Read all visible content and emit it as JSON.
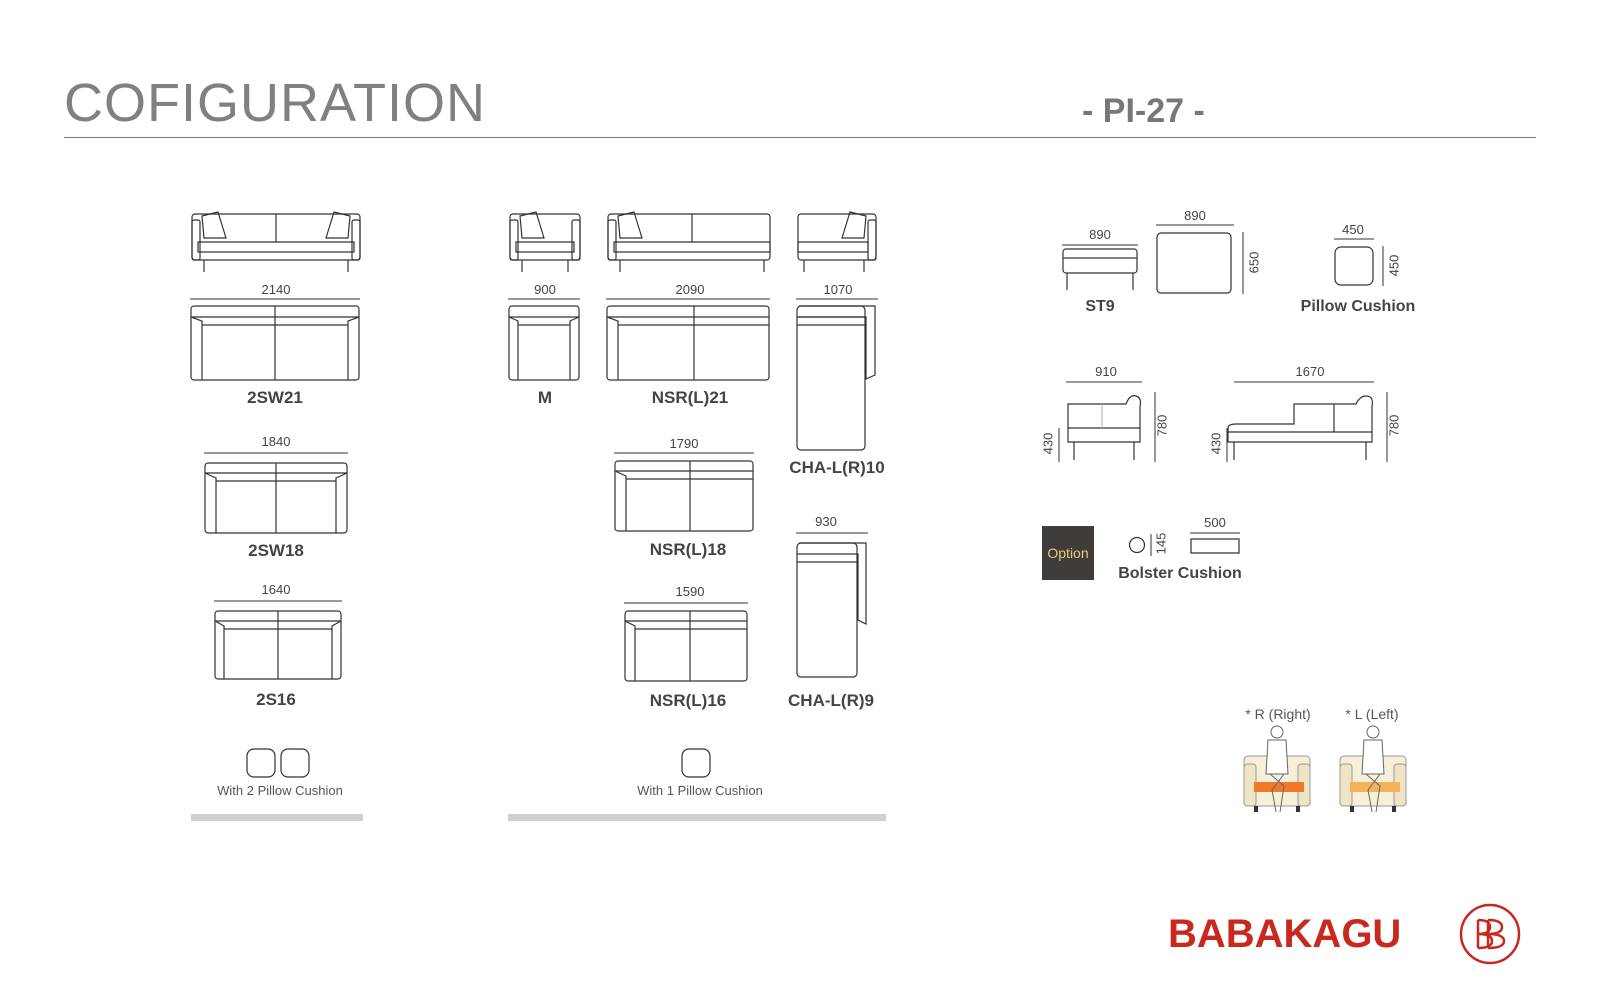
{
  "header": {
    "title": "COFIGURATION",
    "model": "- PI-27 -"
  },
  "models": {
    "m_2sw21": {
      "dim": "2140",
      "label": "2SW21"
    },
    "m_2sw18": {
      "dim": "1840",
      "label": "2SW18"
    },
    "m_2s16": {
      "dim": "1640",
      "label": "2S16"
    },
    "m_m": {
      "dim": "900",
      "label": "M"
    },
    "m_nsr21": {
      "dim": "2090",
      "label": "NSR(L)21"
    },
    "m_nsr18": {
      "dim": "1790",
      "label": "NSR(L)18"
    },
    "m_nsr16": {
      "dim": "1590",
      "label": "NSR(L)16"
    },
    "m_cha10": {
      "dim": "1070",
      "label": "CHA-L(R)10"
    },
    "m_cha9": {
      "dim": "930",
      "label": "CHA-L(R)9"
    }
  },
  "notes": {
    "two_pillow": "With 2 Pillow Cushion",
    "one_pillow": "With 1 Pillow Cushion"
  },
  "accessories": {
    "st9": {
      "label": "ST9",
      "dim_side": "890",
      "dim_top_w": "890",
      "dim_top_d": "650"
    },
    "pillow": {
      "label": "Pillow Cushion",
      "w": "450",
      "h": "450"
    },
    "side_a": {
      "w": "910",
      "seat_h": "430",
      "h": "780"
    },
    "side_b": {
      "w": "1670",
      "seat_h": "430",
      "h": "780"
    },
    "option": "Option",
    "bolster": {
      "label": "Bolster Cushion",
      "dia": "145",
      "len": "500"
    }
  },
  "orientation": {
    "right": "* R (Right)",
    "left": "* L (Left)"
  },
  "brand": {
    "name": "BABAKAGU",
    "color": "#c8281e"
  }
}
